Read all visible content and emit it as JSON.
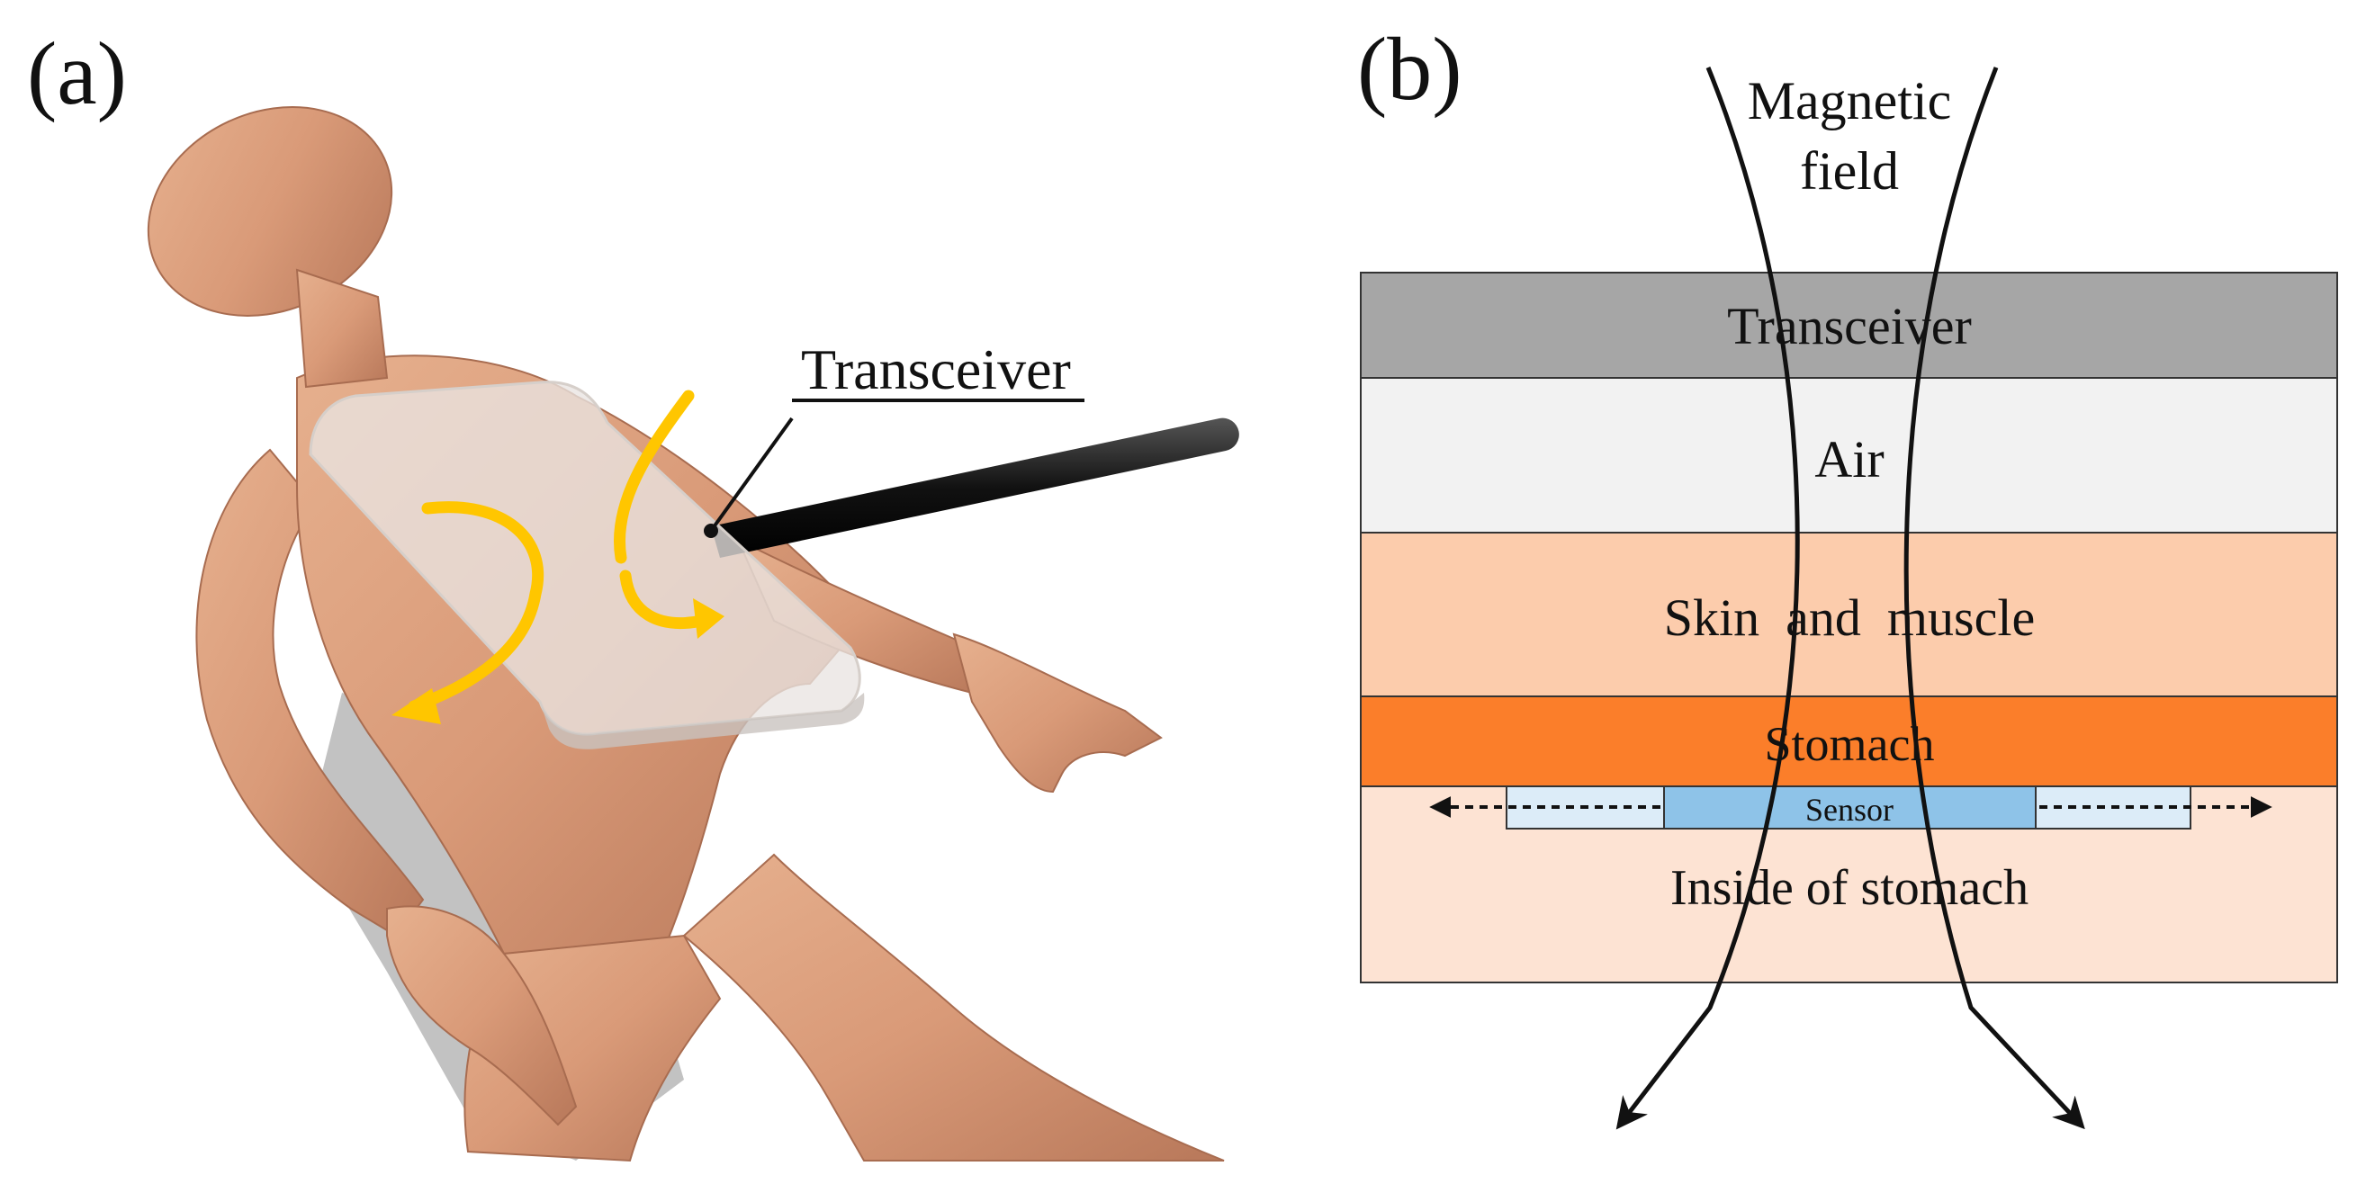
{
  "panel_a": {
    "label": "(a)",
    "transceiver_label": "Transceiver"
  },
  "panel_b": {
    "label": "(b)",
    "field_label_line1": "Magnetic",
    "field_label_line2": "field",
    "layers": [
      {
        "name": "Transceiver",
        "color": "#a6a6a6"
      },
      {
        "name": "Air",
        "color": "#f2f2f2"
      },
      {
        "name": "Skin  and  muscle",
        "color": "#fcccac"
      },
      {
        "name": "Stomach",
        "color": "#fb7e2a"
      },
      {
        "name": "Inside of stomach",
        "color": "#fde3d3"
      }
    ],
    "sensor_label": "Sensor",
    "sensor_color": "#8ec3e8",
    "sensor_extension_color": "#dcecf8"
  },
  "colors": {
    "skin": "#d99a78",
    "flux_arrow": "#ffc600",
    "pad": "#e9e4e1",
    "cable": "#1a1a1a"
  }
}
